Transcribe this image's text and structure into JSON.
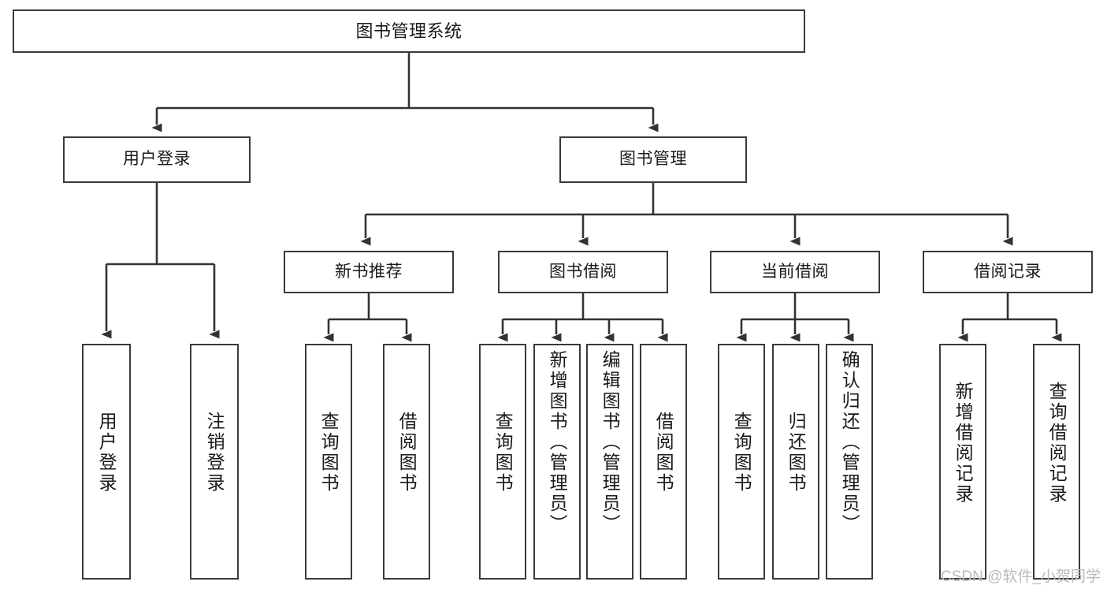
{
  "diagram": {
    "type": "tree-hierarchy",
    "title": "图书管理系统",
    "watermark": "CSDN @软件_小贺同学",
    "colors": {
      "box_border": "#3a3a3a",
      "box_fill": "#ffffff",
      "connector": "#333333",
      "text": "#1a1a1a",
      "watermark": "#b9b9b9",
      "background": "#ffffff"
    },
    "levels": {
      "root": {
        "label": "图书管理系统"
      },
      "level2": [
        {
          "label": "用户登录"
        },
        {
          "label": "图书管理"
        }
      ],
      "level3": [
        {
          "label": "新书推荐"
        },
        {
          "label": "图书借阅"
        },
        {
          "label": "当前借阅"
        },
        {
          "label": "借阅记录"
        }
      ],
      "leaves": {
        "user_login": [
          {
            "label": "用户登录"
          },
          {
            "label": "注销登录"
          }
        ],
        "new_book": [
          {
            "label": "查询图书"
          },
          {
            "label": "借阅图书"
          }
        ],
        "book_borrow": [
          {
            "label": "查询图书"
          },
          {
            "label": "新增图书（管理员）"
          },
          {
            "label": "编辑图书（管理员）"
          },
          {
            "label": "借阅图书"
          }
        ],
        "current_borrow": [
          {
            "label": "查询图书"
          },
          {
            "label": "归还图书"
          },
          {
            "label": "确认归还（管理员）"
          }
        ],
        "borrow_record": [
          {
            "label": "新增借阅记录"
          },
          {
            "label": "查询借阅记录"
          }
        ]
      }
    }
  }
}
